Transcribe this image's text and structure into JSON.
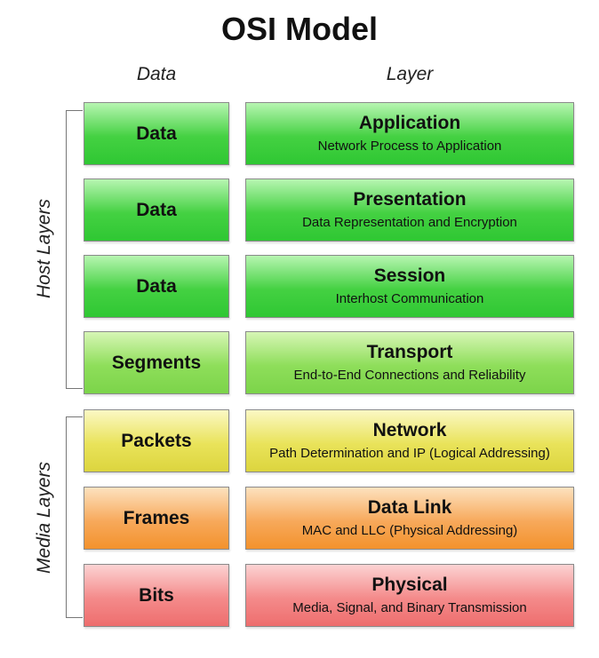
{
  "title": "OSI Model",
  "headers": {
    "data": "Data",
    "layer": "Layer"
  },
  "groups": [
    {
      "label": "Host Layers"
    },
    {
      "label": "Media Layers"
    }
  ],
  "rows": [
    {
      "data": "Data",
      "layer": "Application",
      "desc": "Network Process to Application",
      "color": "#44d142"
    },
    {
      "data": "Data",
      "layer": "Presentation",
      "desc": "Data Representation and Encryption",
      "color": "#44d142"
    },
    {
      "data": "Data",
      "layer": "Session",
      "desc": "Interhost Communication",
      "color": "#44d142"
    },
    {
      "data": "Segments",
      "layer": "Transport",
      "desc": "End-to-End Connections and Reliability",
      "color": "#8ede5a"
    },
    {
      "data": "Packets",
      "layer": "Network",
      "desc": "Path Determination and IP (Logical Addressing)",
      "color": "#e9e35a"
    },
    {
      "data": "Frames",
      "layer": "Data Link",
      "desc": "MAC and LLC (Physical Addressing)",
      "color": "#f7a95b"
    },
    {
      "data": "Bits",
      "layer": "Physical",
      "desc": "Media, Signal, and Binary Transmission",
      "color": "#f48a8a"
    }
  ]
}
